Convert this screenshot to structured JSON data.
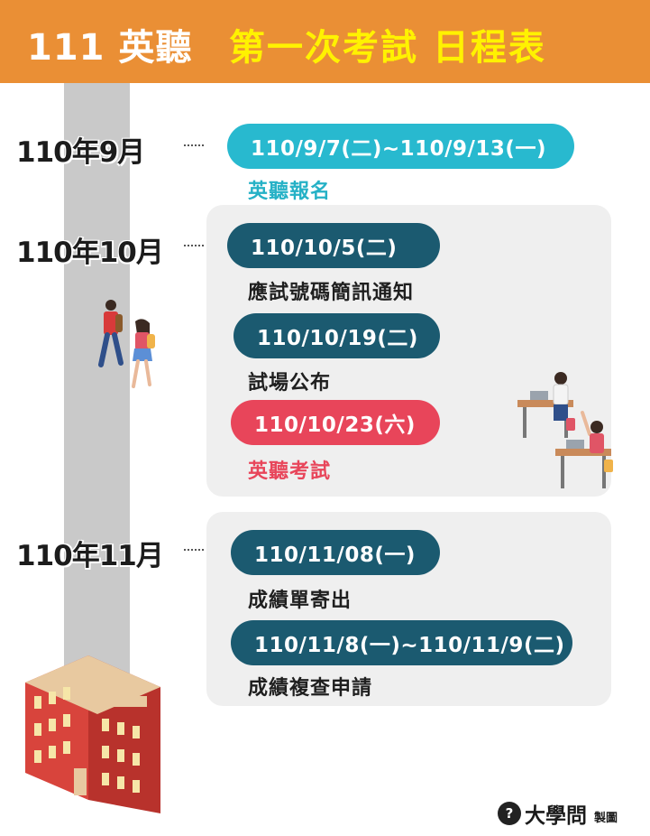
{
  "header": {
    "title_left": "111 英聽",
    "title_right": "第一次考試 日程表"
  },
  "timeline": [
    {
      "month": "110年9月",
      "events": [
        {
          "date": "110/9/7(二)~110/9/13(一)",
          "label": "英聽報名",
          "style": "teal"
        }
      ]
    },
    {
      "month": "110年10月",
      "events": [
        {
          "date": "110/10/5(二)",
          "label": "應試號碼簡訊通知",
          "style": "navy"
        },
        {
          "date": "110/10/19(二)",
          "label": "試場公布",
          "style": "navy"
        },
        {
          "date": "110/10/23(六)",
          "label": "英聽考試",
          "style": "red"
        }
      ]
    },
    {
      "month": "110年11月",
      "events": [
        {
          "date": "110/11/08(一)",
          "label": "成績單寄出",
          "style": "navy"
        },
        {
          "date": "110/11/8(一)~110/11/9(二)",
          "label": "成績複查申請",
          "style": "navy"
        }
      ]
    }
  ],
  "footer": {
    "brand_mark": "?",
    "brand_name": "大學問",
    "made_by": "製圖"
  },
  "colors": {
    "header_bg": "#ea8f35",
    "header_accent": "#fff200",
    "teal": "#28b9cf",
    "navy": "#1b5a70",
    "red": "#e8455a",
    "panel_bg": "#efefef",
    "road": "#c9c9c9"
  },
  "icons": [
    "walking-students-illustration",
    "students-at-desks-illustration",
    "school-building-illustration",
    "brand-logo-icon"
  ]
}
